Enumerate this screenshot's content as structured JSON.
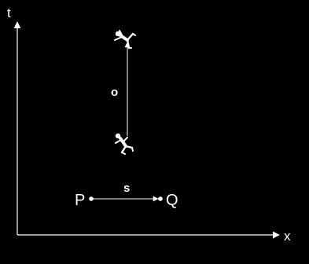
{
  "colors": {
    "background": "#000000",
    "foreground": "#ffffff"
  },
  "axes": {
    "vertical_label": "t",
    "horizontal_label": "x"
  },
  "time_interval": {
    "label": "o",
    "figures": [
      "falling-person-icon",
      "falling-person-icon"
    ]
  },
  "space_interval": {
    "label": "s",
    "start_point": "P",
    "end_point": "Q"
  }
}
